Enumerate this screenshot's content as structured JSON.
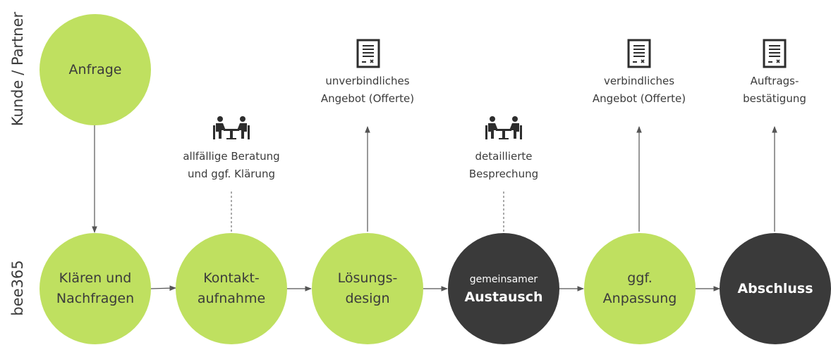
{
  "lanes": {
    "top": "Kunde / Partner",
    "bottom": "bee365"
  },
  "steps": {
    "anfrage": "Anfrage",
    "klaeren_l1": "Klären und",
    "klaeren_l2": "Nachfragen",
    "kontakt_l1": "Kontakt-",
    "kontakt_l2": "aufnahme",
    "loesung_l1": "Lösungs-",
    "loesung_l2": "design",
    "austausch_l1": "gemeinsamer",
    "austausch_l2": "Austausch",
    "anpassung_l1": "ggf.",
    "anpassung_l2": "Anpassung",
    "abschluss": "Abschluss"
  },
  "notes": {
    "beratung_l1": "allfällige Beratung",
    "beratung_l2": "und ggf. Klärung",
    "unverbindlich_l1": "unverbindliches",
    "unverbindlich_l2": "Angebot (Offerte)",
    "besprechung_l1": "detaillierte",
    "besprechung_l2": "Besprechung",
    "verbindlich_l1": "verbindliches",
    "verbindlich_l2": "Angebot (Offerte)",
    "bestaetigung_l1": "Auftrags-",
    "bestaetigung_l2": "bestätigung"
  },
  "icons": [
    "meeting-icon",
    "document-icon"
  ],
  "colors": {
    "green": "#bfe060",
    "dark": "#3a3a3a",
    "text": "#3b3b3b",
    "line": "#555555"
  }
}
